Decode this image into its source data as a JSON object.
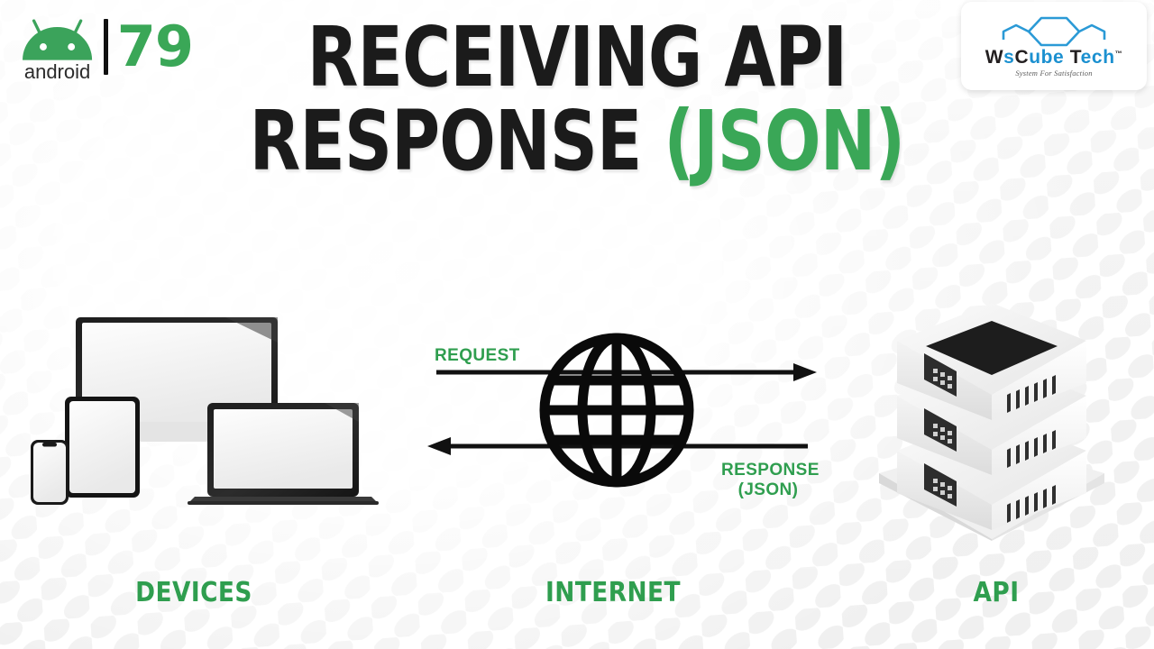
{
  "header": {
    "android_logo": {
      "icon": "android-robot-icon",
      "wordmark": "android",
      "course_number": "79"
    },
    "brand_logo": {
      "icon": "hexagon-cluster-icon",
      "name_part_1": "W",
      "name_part_2": "s",
      "name_part_3": "C",
      "name_part_4": "ube",
      "name_part_5": "T",
      "name_part_6": "ech",
      "trademark": "™",
      "tagline": "System For Satisfaction"
    }
  },
  "title": {
    "line1": "RECEIVING API",
    "line2_main": "RESPONSE ",
    "line2_accent": "(JSON)"
  },
  "diagram": {
    "nodes": [
      {
        "id": "devices",
        "label": "DEVICES",
        "icon": "devices-group-icon"
      },
      {
        "id": "internet",
        "label": "INTERNET",
        "icon": "globe-icon"
      },
      {
        "id": "api",
        "label": "API",
        "icon": "server-stack-icon"
      }
    ],
    "flows": [
      {
        "id": "request",
        "label": "REQUEST",
        "direction": "right",
        "icon": "arrow-right-icon"
      },
      {
        "id": "response",
        "label_line1": "RESPONSE",
        "label_line2": "(JSON)",
        "direction": "left",
        "icon": "arrow-left-icon"
      }
    ]
  },
  "colors": {
    "green": "#2f9e4f",
    "title_green": "#3aa757",
    "title_black": "#1b1b1b",
    "brand_blue": "#1b90d0",
    "pattern_grey": "#eeeeee"
  }
}
